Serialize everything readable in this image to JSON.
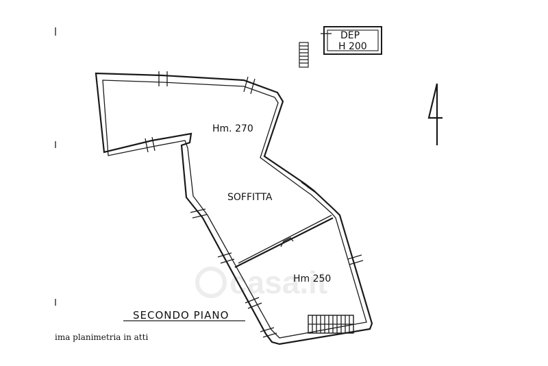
{
  "plan": {
    "floor_title": "SECONDO PIANO",
    "room_upper_height": "Hm. 270",
    "room_attic_label": "SOFFITTA",
    "room_lower_height": "Hm 250",
    "storage_label": "DEP",
    "storage_height": "H 200"
  },
  "caption": "ima planimetria in atti",
  "watermark": "casa.it"
}
